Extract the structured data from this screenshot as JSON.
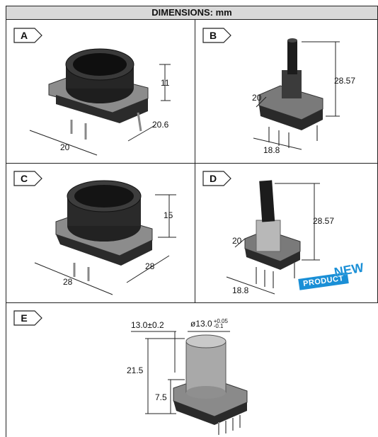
{
  "header": {
    "title": "DIMENSIONS: mm"
  },
  "panels": {
    "a": {
      "tag": "A",
      "dims": [
        "11",
        "20.6",
        "20"
      ]
    },
    "b": {
      "tag": "B",
      "dims": [
        "28.57",
        "20",
        "18.8"
      ]
    },
    "c": {
      "tag": "C",
      "dims": [
        "15",
        "28",
        "28"
      ]
    },
    "d": {
      "tag": "D",
      "dims": [
        "28.57",
        "20",
        "18.8"
      ],
      "badge": {
        "product": "PRODUCT",
        "new": "NEW"
      }
    },
    "e": {
      "tag": "E",
      "dims": [
        "13.0±0.2",
        "ø13.0",
        "+0.05",
        "-0.1",
        "21.5",
        "7.5"
      ]
    }
  },
  "colors": {
    "header_bg": "#d9d9d9",
    "badge_blue": "#1a8fd6",
    "metal": "#9a9a9a",
    "body_black": "#222222"
  }
}
